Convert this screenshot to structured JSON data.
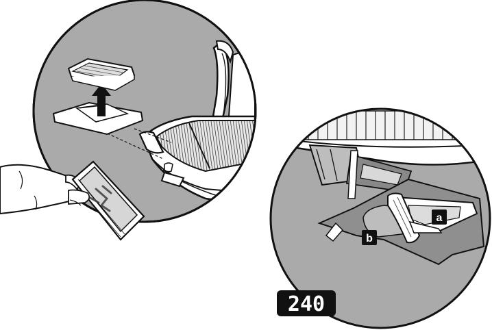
{
  "figure": {
    "number": "240",
    "callouts": {
      "a": "a",
      "b": "b"
    }
  },
  "colors": {
    "scene_gray": "#aaaaaa",
    "dark_gray": "#8a8a8a",
    "line": "#111111",
    "white": "#ffffff",
    "badge": "#111111"
  },
  "icons": {
    "arrow": "up-arrow-icon",
    "hand": "hand-icon"
  }
}
